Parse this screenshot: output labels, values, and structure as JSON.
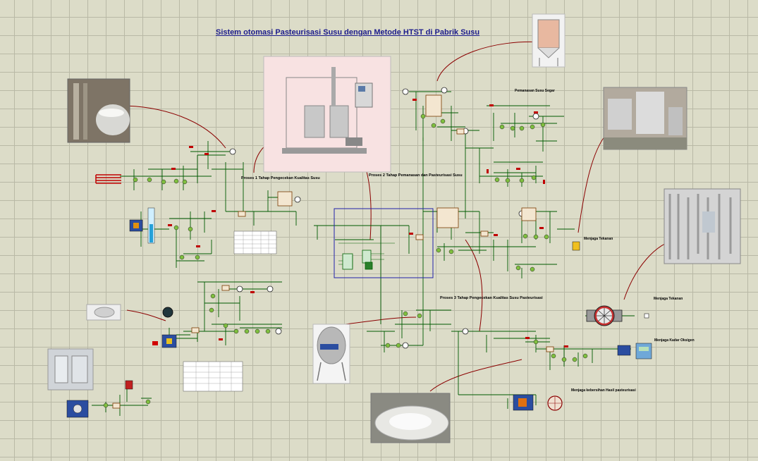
{
  "title": "Sistem otomasi Pasteurisasi Susu dengan Metode HTST di Pabrik Susu",
  "sections": {
    "proses1": "Proses 1 Tahap Pengecekan Kualitas Susu",
    "proses2": "Proses 2 Tahap Pemanasan dan Pasteurisasi Susu",
    "proses3": "Proses 3 Tahap Pengecekan Kualitas Susu Pasteurisasi",
    "pemanasan": "Pemanasan Susu Segar",
    "menjaga_tekanan_1": "Menjaga Tekanan",
    "menjaga_tekanan_2": "Menjaga Tekanan",
    "menjaga_oksigen": "Menjaga Kadar Oksigen",
    "menjaga_kebersihan": "Menjaga kebersihan Hasil pasteurisasi"
  },
  "colors": {
    "wire": "#005a00",
    "curve": "#8b0000",
    "grid": "#b9b9a6",
    "title": "#1c1c8c",
    "box": "#2222aa"
  }
}
